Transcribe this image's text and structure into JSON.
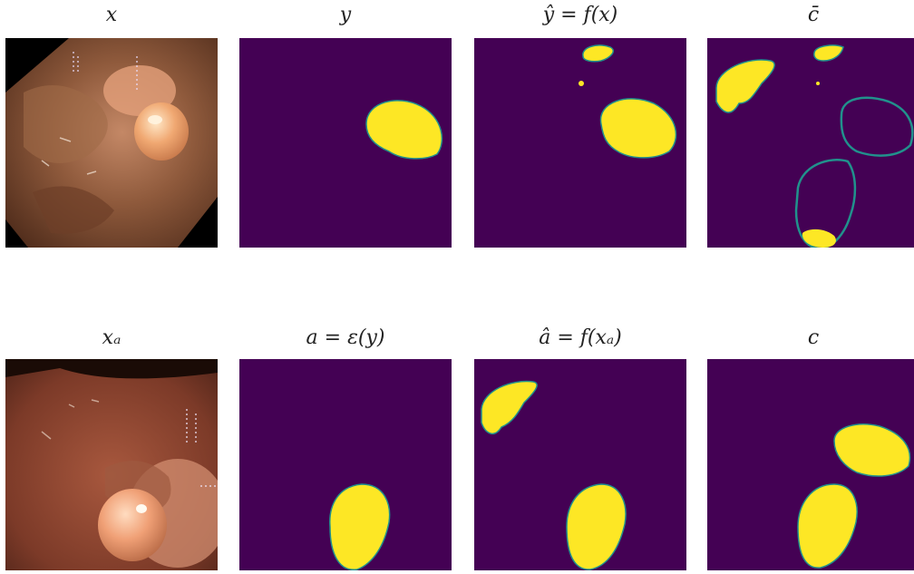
{
  "row1": {
    "x_title": "x",
    "y_title": "y",
    "yhat_title": "ŷ = f(x)",
    "cbar_title": "c̄"
  },
  "row2": {
    "xa_title": "xₐ",
    "a_title": "a = ε(y)",
    "ahat_title": "â = f(xₐ)",
    "c_title": "c"
  },
  "colors": {
    "mask_background": "#440154",
    "mask_foreground": "#fde725",
    "mask_edge": "#21918c"
  }
}
